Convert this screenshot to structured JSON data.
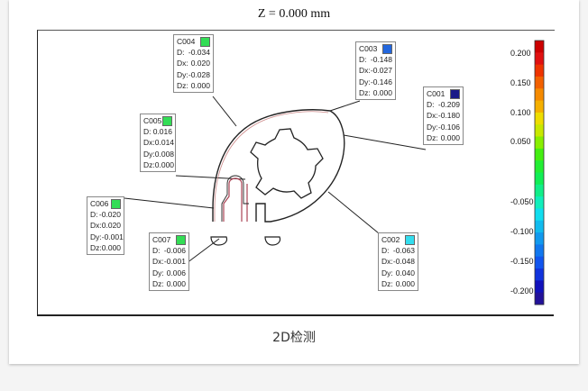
{
  "title": "Z = 0.000 mm",
  "caption": "2D检测",
  "callouts": [
    {
      "id": "C004",
      "color": "#33dd55",
      "D": "-0.034",
      "Dx": "0.020",
      "Dy": "-0.028",
      "Dz": "0.000"
    },
    {
      "id": "C003",
      "color": "#2266dd",
      "D": "-0.148",
      "Dx": "-0.027",
      "Dy": "-0.146",
      "Dz": "0.000"
    },
    {
      "id": "C001",
      "color": "#1a1a88",
      "D": "-0.209",
      "Dx": "-0.180",
      "Dy": "-0.106",
      "Dz": "0.000"
    },
    {
      "id": "C005",
      "color": "#33dd55",
      "D": "0.016",
      "Dx": "0.014",
      "Dy": "0.008",
      "Dz": "0.000"
    },
    {
      "id": "C006",
      "color": "#33dd55",
      "D": "-0.020",
      "Dx": "0.020",
      "Dy": "-0.001",
      "Dz": "0.000"
    },
    {
      "id": "C007",
      "color": "#33dd55",
      "D": "-0.006",
      "Dx": "-0.001",
      "Dy": "0.006",
      "Dz": "0.000"
    },
    {
      "id": "C002",
      "color": "#33ddee",
      "D": "-0.063",
      "Dx": "-0.048",
      "Dy": "0.040",
      "Dz": "0.000"
    }
  ],
  "field_labels": {
    "D": "D:",
    "Dx": "Dx:",
    "Dy": "Dy:",
    "Dz": "Dz:"
  },
  "scale": {
    "labels": [
      "0.200",
      "0.150",
      "0.100",
      "0.050",
      "-0.050",
      "-0.100",
      "-0.150",
      "-0.200"
    ],
    "colors": [
      "#cc0000",
      "#e01010",
      "#ee3300",
      "#f26000",
      "#f58a00",
      "#f5b000",
      "#eedd00",
      "#c8e800",
      "#88ee00",
      "#44ee11",
      "#22ee33",
      "#11ee55",
      "#11ee88",
      "#11eebb",
      "#11ddee",
      "#11bbee",
      "#1199ee",
      "#1177ee",
      "#1155ee",
      "#1133dd",
      "#1111bb",
      "#221199"
    ]
  }
}
